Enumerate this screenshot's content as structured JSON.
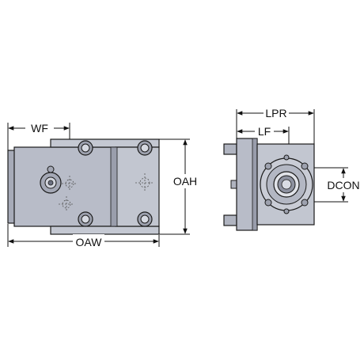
{
  "diagram": {
    "dimensions": {
      "wf": "WF",
      "oah": "OAH",
      "oaw": "OAW",
      "lpr": "LPR",
      "lf": "LF",
      "dcon": "DCON"
    },
    "colors": {
      "body_fill": "#b8bcc8",
      "body_dark": "#8f94a2",
      "body_light": "#d6d9e1",
      "outline": "#1a1a1a",
      "dimension_line": "#111111",
      "center_line": "#444444",
      "background": "#ffffff"
    }
  }
}
